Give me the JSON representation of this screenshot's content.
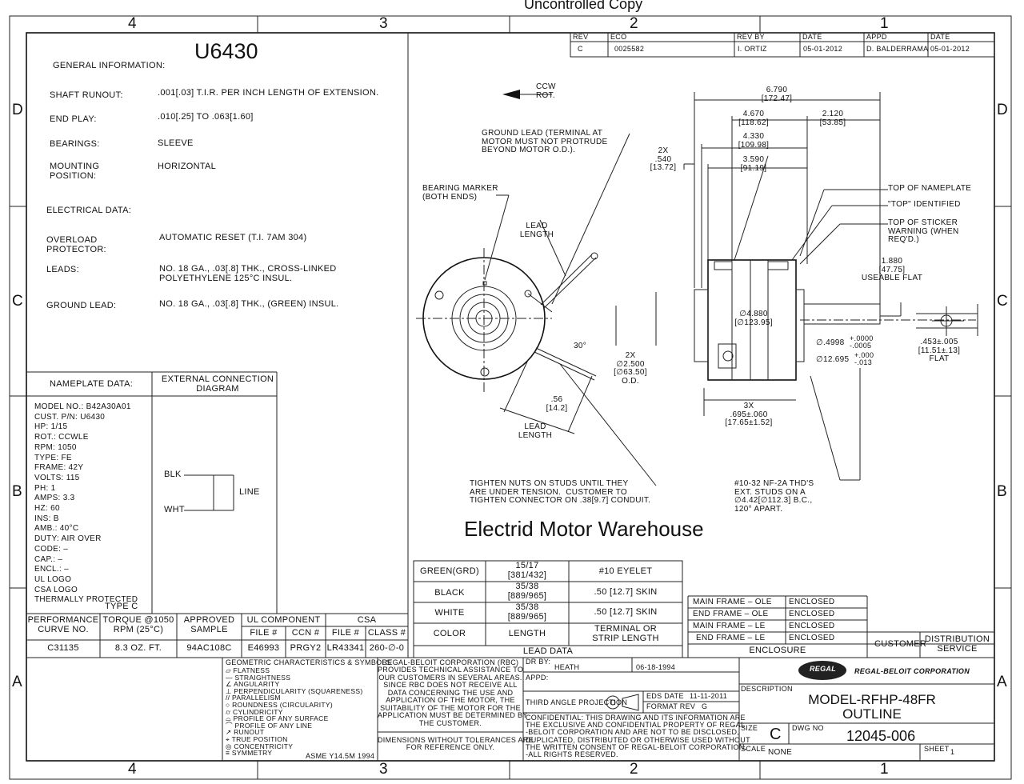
{
  "watermark": "Uncontrolled Copy",
  "zones": {
    "cols": [
      "4",
      "3",
      "2",
      "1"
    ],
    "rows": [
      "D",
      "C",
      "B",
      "A"
    ]
  },
  "part_number": "U6430",
  "brand_text": "Electrid Motor Warehouse",
  "revision": {
    "headers": [
      "REV",
      "ECO",
      "REV BY",
      "DATE",
      "APPD",
      "DATE"
    ],
    "values": [
      "C",
      "0025582",
      "I. ORTIZ",
      "05-01-2012",
      "D. BALDERRAMA",
      "05-01-2012"
    ]
  },
  "general": {
    "title": "GENERAL INFORMATION:",
    "rows": [
      {
        "label": "SHAFT RUNOUT:",
        "value": ".001[.03] T.I.R. PER INCH LENGTH OF EXTENSION."
      },
      {
        "label": "END PLAY:",
        "value": ".010[.25] TO .063[1.60]"
      },
      {
        "label": "BEARINGS:",
        "value": "SLEEVE"
      },
      {
        "label": "MOUNTING\nPOSITION:",
        "value": "HORIZONTAL"
      }
    ],
    "electrical_title": "ELECTRICAL DATA:",
    "electrical": [
      {
        "label": "OVERLOAD\nPROTECTOR:",
        "value": "AUTOMATIC RESET (T.I. 7AM 304)"
      },
      {
        "label": "LEADS:",
        "value": "NO. 18 GA., .03[.8] THK., CROSS-LINKED\nPOLYETHYLENE 125°C INSUL."
      },
      {
        "label": "GROUND LEAD:",
        "value": "NO. 18 GA., .03[.8] THK., (GREEN) INSUL."
      }
    ]
  },
  "nameplate": {
    "title": "NAMEPLATE DATA:",
    "lines": [
      "MODEL NO.: B42A30A01",
      "CUST. P/N: U6430",
      "HP: 1/15",
      "ROT.: CCWLE",
      "RPM: 1050",
      "TYPE: FE",
      "FRAME: 42Y",
      "VOLTS: 115",
      " PH: 1",
      "AMPS: 3.3",
      "HZ: 60",
      "INS: B",
      "AMB.: 40°C",
      "DUTY: AIR OVER",
      "CODE: –",
      "CAP.: –",
      "ENCL.: –",
      "UL LOGO",
      "CSA LOGO",
      "THERMALLY PROTECTED"
    ],
    "type_line": "TYPE C"
  },
  "connection": {
    "title": "EXTERNAL CONNECTION\nDIAGRAM",
    "blk": "BLK",
    "wht": "WHT",
    "line": "LINE"
  },
  "perf_table": {
    "headers": [
      "PERFORMANCE\nCURVE NO.",
      "TORQUE @1050\nRPM (25°C)",
      "APPROVED\nSAMPLE"
    ],
    "values": [
      "C31135",
      "8.3 OZ. FT.",
      "94AC108C"
    ]
  },
  "ul_table": {
    "ul_title": "UL COMPONENT",
    "csa_title": "CSA",
    "headers": [
      "FILE #",
      "CCN #",
      "FILE #",
      "CLASS #"
    ],
    "values": [
      "E46993",
      "PRGY2",
      "LR43341",
      "260-∅-0"
    ]
  },
  "lead_table": {
    "rows": [
      {
        "color": "GREEN(GRD)",
        "length": "15/17\n[381/432]",
        "term": "#10 EYELET"
      },
      {
        "color": "BLACK",
        "length": "35/38\n[889/965]",
        "term": ".50 [12.7] SKIN"
      },
      {
        "color": "WHITE",
        "length": "35/38\n[889/965]",
        "term": ".50 [12.7] SKIN"
      }
    ],
    "headers": [
      "COLOR",
      "LENGTH",
      "TERMINAL OR\nSTRIP LENGTH"
    ],
    "title": "LEAD DATA"
  },
  "enclosure": {
    "rows": [
      {
        "label": "MAIN FRAME – OLE",
        "value": "ENCLOSED"
      },
      {
        "label": "END FRAME – OLE",
        "value": "ENCLOSED"
      },
      {
        "label": "MAIN FRAME – LE",
        "value": "ENCLOSED"
      },
      {
        "label": "END FRAME – LE",
        "value": "ENCLOSED"
      }
    ],
    "title": "ENCLOSURE",
    "customer": "CUSTOMER",
    "service": "DISTRIBUTION\nSERVICE"
  },
  "gdt": {
    "title": "GEOMETRIC CHARACTERISTICS & SYMBOLS",
    "items": [
      "▱ FLATNESS",
      "— STRAIGHTNESS",
      "∠ ANGULARITY",
      "⊥ PERPENDICULARITY (SQUARENESS)",
      "// PARALLELISM",
      "○ ROUNDNESS (CIRCULARITY)",
      "⌭ CYLINDRICITY",
      "⌓ PROFILE OF ANY SURFACE",
      "⌒ PROFILE OF ANY LINE",
      "↗ RUNOUT",
      "⌖ TRUE POSITION",
      "◎ CONCENTRICITY",
      "≡ SYMMETRY"
    ],
    "standard": "ASME Y14.5M 1994"
  },
  "notice": "REGAL-BELOIT CORPORATION (RBC)\nPROVIDES TECHNICAL ASSISTANCE TO\nOUR CUSTOMERS IN SEVERAL AREAS.\nSINCE RBC DOES NOT RECEIVE ALL\nDATA CONCERNING THE USE AND\nAPPLICATION OF THE MOTOR, THE\nSUITABILITY OF THE MOTOR FOR THE\nAPPLICATION MUST BE DETERMINED BY\nTHE CUSTOMER.",
  "dims_note": "DIMENSIONS WITHOUT TOLERANCES ARE\nFOR REFERENCE ONLY.",
  "title_block": {
    "dr_by_label": "DR BY:",
    "dr_by": "HEATH",
    "dr_date": "06-18-1994",
    "appd_label": "APPD:",
    "projection": "THIRD ANGLE PROJECTION",
    "eds_label": "EDS DATE",
    "eds_date": "11-11-2011",
    "format_label": "FORMAT REV",
    "format_rev": "G",
    "confidential": "CONFIDENTIAL: THIS DRAWING AND ITS INFORMATION ARE\nTHE EXCLUSIVE AND CONFIDENTIAL PROPERTY OF REGAL\n-BELOIT CORPORATION AND ARE NOT TO BE DISCLOSED,\nDUPLICATED, DISTRIBUTED OR OTHERWISE USED WITHOUT\nTHE WRITTEN CONSENT OF REGAL-BELOIT CORPORATION.\n-ALL RIGHTS RESERVED.",
    "company": "REGAL-BELOIT CORPORATION",
    "logo_text": "REGAL",
    "description_label": "DESCRIPTION",
    "description": "MODEL-RFHP-48FR\nOUTLINE",
    "size_label": "SIZE",
    "size": "C",
    "dwg_label": "DWG NO",
    "dwg": "12045-006",
    "scale_label": "SCALE",
    "scale": "NONE",
    "sheet_label": "SHEET",
    "sheet": "1"
  },
  "drawing_notes": {
    "rotation": "CCW\nROT.",
    "ground_lead": "GROUND LEAD (TERMINAL AT\nMOTOR MUST NOT PROTRUDE\nBEYOND MOTOR O.D.).",
    "bearing_marker": "BEARING MARKER\n(BOTH ENDS)",
    "lead_length_1": "LEAD\nLENGTH",
    "lead_length_2": "LEAD\nLENGTH",
    "angle": "30°",
    "od_dim": "2X\n∅2.500\n[∅63.50]\nO.D.",
    "lead_off": ".56\n[14.2]",
    "tighten": "TIGHTEN NUTS ON STUDS UNTIL THEY\nARE UNDER TENSION.  CUSTOMER TO\nTIGHTEN CONNECTOR ON .38[9.7] CONDUIT.",
    "studs": "#10-32 NF-2A THD'S\nEXT. STUDS ON A\n∅4.42[∅112.3] B.C.,\n120° APART.",
    "d6790": "6.790\n[172.47]",
    "d4670": "4.670\n[118.62]",
    "d2120": "2.120\n[53.85]",
    "d4330": "4.330\n[109.98]",
    "d3590": "3.590\n[91.19]",
    "d540": "2X\n.540\n[13.72]",
    "top_nameplate": "TOP OF NAMEPLATE",
    "top_identified": "\"TOP\" IDENTIFIED",
    "top_sticker": "TOP OF STICKER\nWARNING (WHEN\nREQ'D.)",
    "d1880": "1.880\n[47.75]\nUSEABLE FLAT",
    "d4880": "∅4.880\n[∅123.95]",
    "shaft": "∅.4998",
    "shaft_tol": "+.0000\n-.0005",
    "shaft_mm": "∅12.695",
    "shaft_mm_tol": "+.000\n-.013",
    "flat": ".453±.005\n[11.51±.13]\nFLAT",
    "d695": "3X\n.695±.060\n[17.65±1.52]"
  }
}
